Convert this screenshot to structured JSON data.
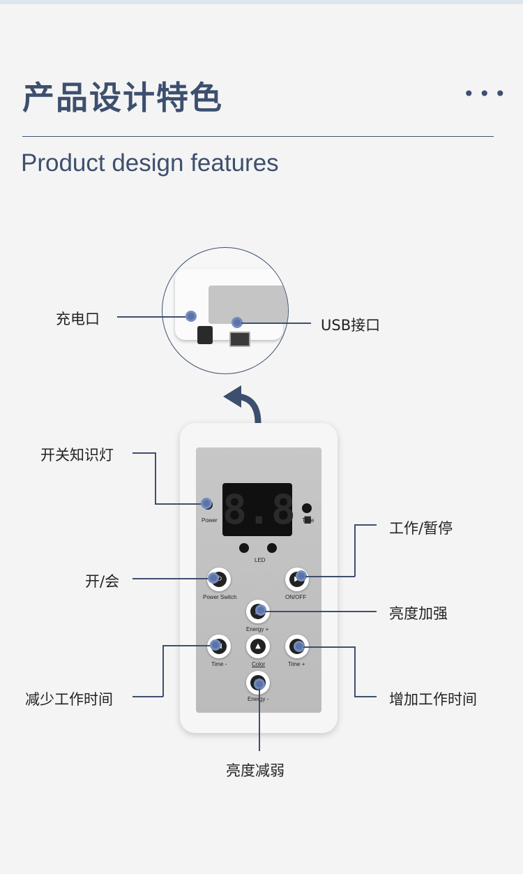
{
  "header": {
    "title_zh": "产品设计特色",
    "title_en": "Product design features",
    "more_icon": "ellipsis-icon"
  },
  "callouts": {
    "charging_port": "充电口",
    "usb_port": "USB接口",
    "knowledge_light": "开关知识灯",
    "power_switch": "开/会",
    "work_pause": "工作/暂停",
    "brightness_up": "亮度加强",
    "time_decrease": "减少工作时间",
    "time_increase": "增加工作时间",
    "brightness_down": "亮度减弱"
  },
  "device": {
    "display": "8.8.",
    "labels": {
      "power": "Power",
      "time": "Time",
      "led": "LED",
      "power_switch": "Power Switch",
      "on_off": "ON/OFF",
      "energy_plus": "Energy +",
      "time_minus": "Time -",
      "color": "Color",
      "time_plus": "Time +",
      "energy_minus": "Energy -"
    }
  },
  "colors": {
    "accent": "#3d4f6e",
    "dot": "#5a73a8"
  }
}
